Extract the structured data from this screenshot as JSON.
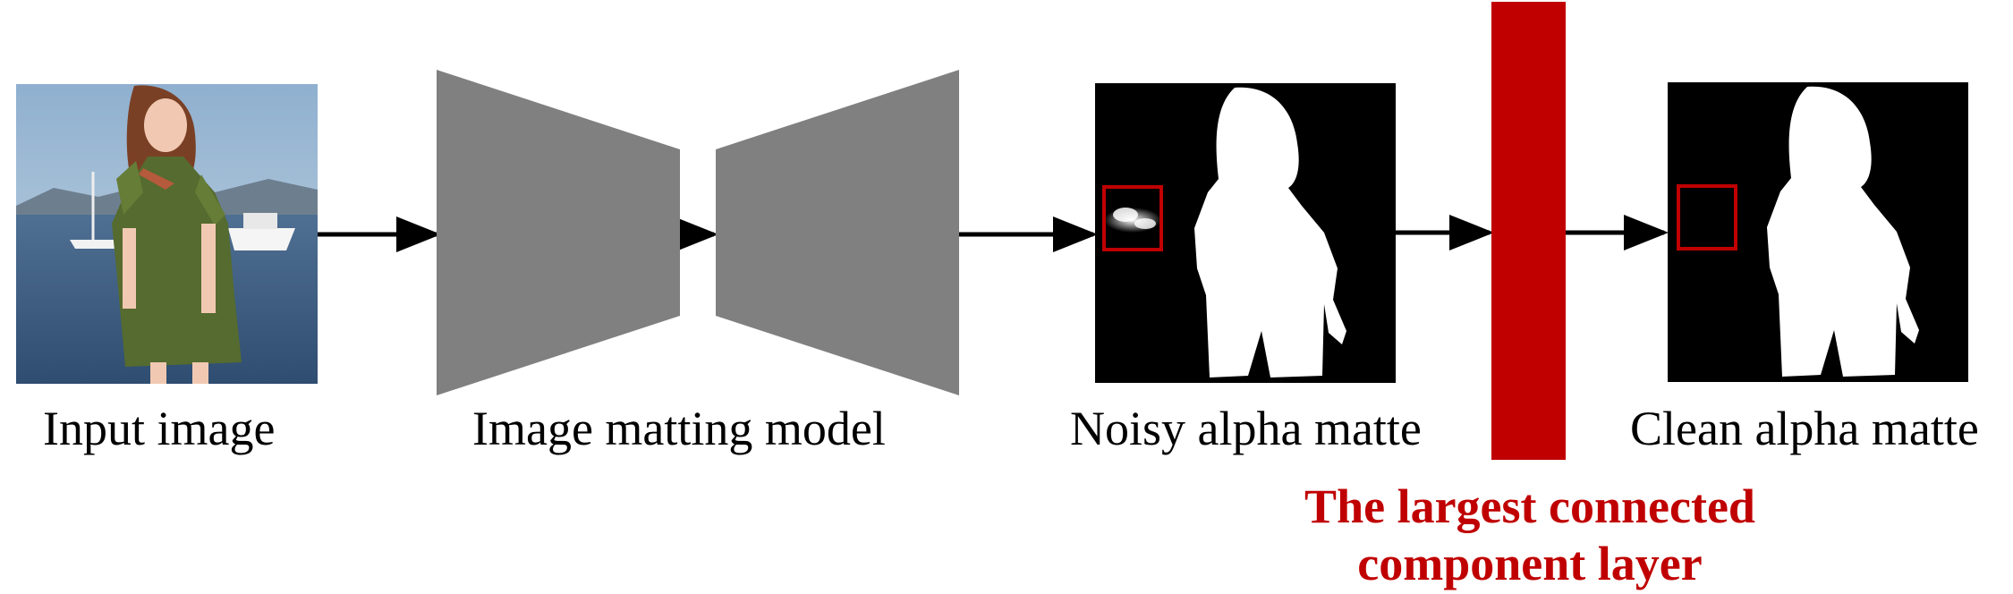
{
  "labels": {
    "input": "Input image",
    "model": "Image matting model",
    "noisy": "Noisy alpha matte",
    "clean": "Clean alpha matte",
    "layer_line1": "The largest connected",
    "layer_line2": "component layer"
  },
  "colors": {
    "accent_red": "#c00000",
    "model_gray": "#808080",
    "matte_bg": "#000000",
    "matte_fg": "#ffffff"
  }
}
